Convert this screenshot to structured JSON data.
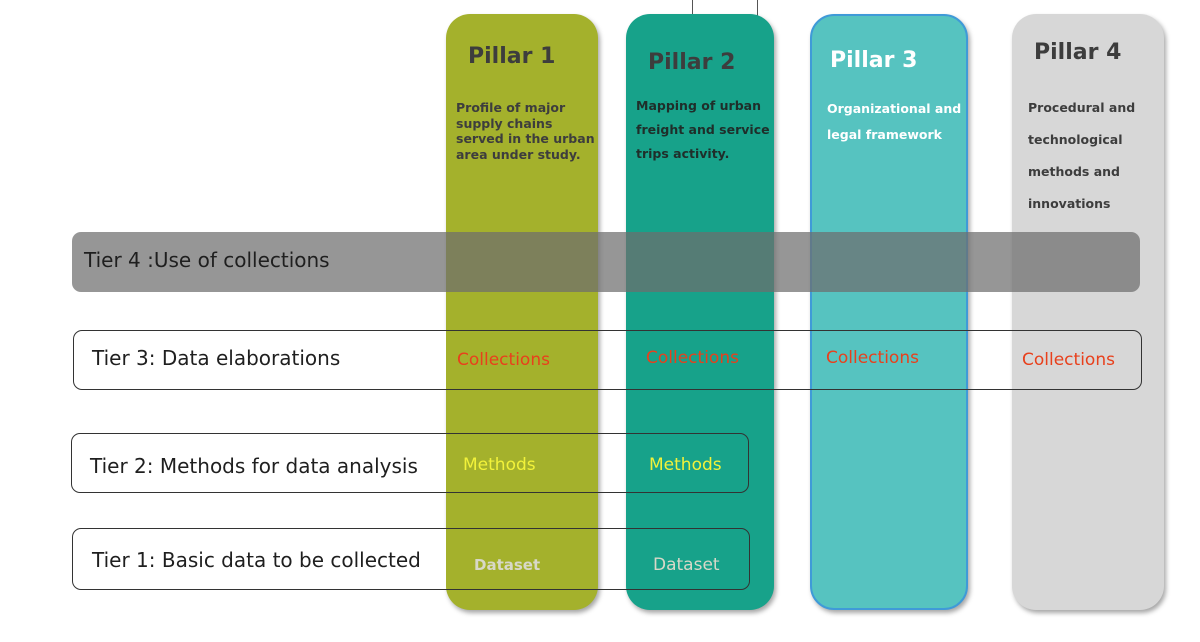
{
  "colors": {
    "pillar1": "#a4b12c",
    "pillar2": "#17a28a",
    "pillar3": "#56c3c0",
    "pillar4": "#d7d7d7",
    "title_dark": "#3d3d3d",
    "title_white": "#ffffff",
    "collections_red": "#e8401c",
    "methods_yellow": "#f2f23a",
    "dataset_light": "#d8d8c8"
  },
  "pillars": [
    {
      "title": "Pillar 1",
      "description": "Profile of major supply chains served in the urban area under study."
    },
    {
      "title": "Pillar 2",
      "description": "Mapping of urban freight and service trips activity."
    },
    {
      "title": "Pillar 3",
      "description": "Organizational and legal framework"
    },
    {
      "title": "Pillar 4",
      "description": "Procedural and technological methods and innovations"
    }
  ],
  "tiers": [
    {
      "label": "Tier 4 :Use of collections"
    },
    {
      "label": "Tier 3: Data elaborations"
    },
    {
      "label": "Tier 2: Methods for data analysis"
    },
    {
      "label": "Tier 1: Basic data to be collected"
    }
  ],
  "cells": {
    "tier3": [
      "Collections",
      "Collections",
      "Collections",
      "Collections"
    ],
    "tier2": [
      "Methods",
      "Methods"
    ],
    "tier1": [
      "Dataset",
      "Dataset"
    ]
  }
}
